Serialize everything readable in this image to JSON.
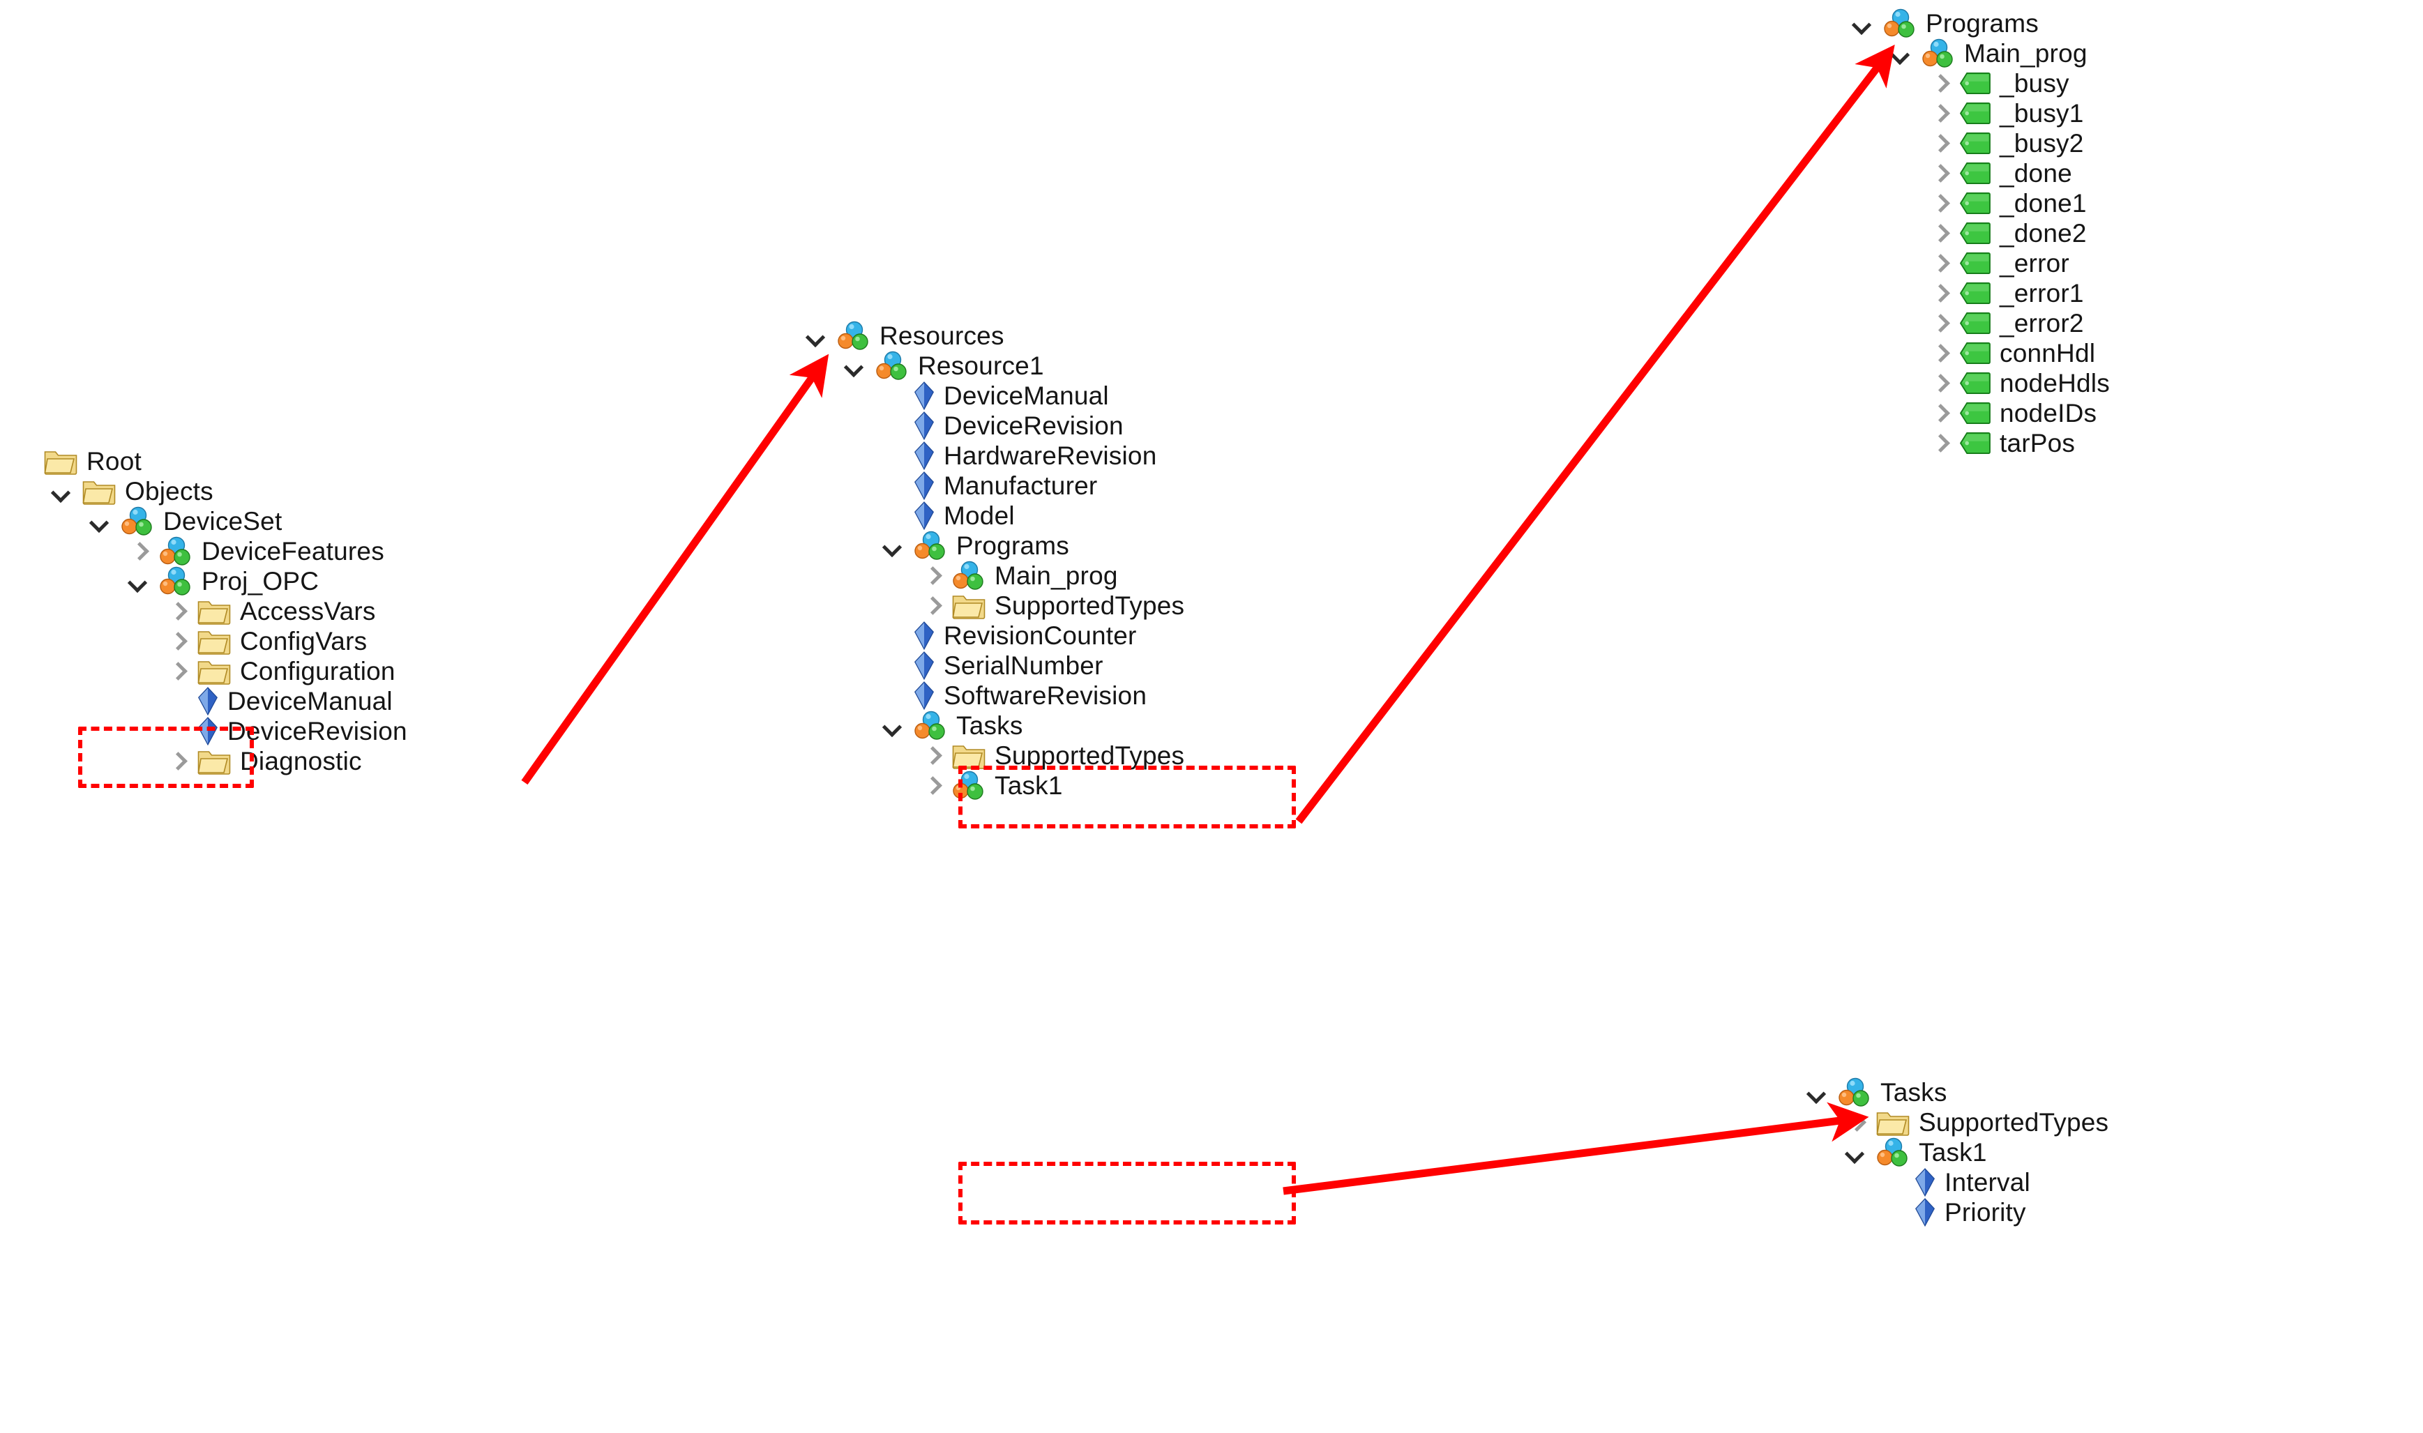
{
  "panels": {
    "left": {
      "name": "address-space-root-tree",
      "rows": [
        {
          "label": "Root",
          "depth": 0,
          "expander": "none",
          "icon": "folder-icon"
        },
        {
          "label": "Objects",
          "depth": 1,
          "expander": "down",
          "icon": "folder-icon"
        },
        {
          "label": "DeviceSet",
          "depth": 2,
          "expander": "down",
          "icon": "object-icon"
        },
        {
          "label": "DeviceFeatures",
          "depth": 3,
          "expander": "right",
          "icon": "object-icon"
        },
        {
          "label": "Proj_OPC",
          "depth": 3,
          "expander": "down",
          "icon": "object-icon"
        },
        {
          "label": "AccessVars",
          "depth": 4,
          "expander": "right",
          "icon": "folder-icon"
        },
        {
          "label": "ConfigVars",
          "depth": 4,
          "expander": "right",
          "icon": "folder-icon"
        },
        {
          "label": "Configuration",
          "depth": 4,
          "expander": "right",
          "icon": "folder-icon"
        },
        {
          "label": "DeviceManual",
          "depth": 4,
          "expander": "none",
          "icon": "variable-icon"
        },
        {
          "label": "DeviceRevision",
          "depth": 4,
          "expander": "none",
          "icon": "variable-icon"
        },
        {
          "label": "Diagnostic",
          "depth": 4,
          "expander": "right",
          "icon": "folder-icon"
        }
      ]
    },
    "middle": {
      "name": "resources-tree",
      "rows": [
        {
          "label": "Resources",
          "depth": 0,
          "expander": "down",
          "icon": "object-icon"
        },
        {
          "label": "Resource1",
          "depth": 1,
          "expander": "down",
          "icon": "object-icon"
        },
        {
          "label": "DeviceManual",
          "depth": 2,
          "expander": "none",
          "icon": "variable-icon"
        },
        {
          "label": "DeviceRevision",
          "depth": 2,
          "expander": "none",
          "icon": "variable-icon"
        },
        {
          "label": "HardwareRevision",
          "depth": 2,
          "expander": "none",
          "icon": "variable-icon"
        },
        {
          "label": "Manufacturer",
          "depth": 2,
          "expander": "none",
          "icon": "variable-icon"
        },
        {
          "label": "Model",
          "depth": 2,
          "expander": "none",
          "icon": "variable-icon"
        },
        {
          "label": "Programs",
          "depth": 2,
          "expander": "down",
          "icon": "object-icon"
        },
        {
          "label": "Main_prog",
          "depth": 3,
          "expander": "right",
          "icon": "object-icon"
        },
        {
          "label": "SupportedTypes",
          "depth": 3,
          "expander": "right",
          "icon": "folder-icon"
        },
        {
          "label": "RevisionCounter",
          "depth": 2,
          "expander": "none",
          "icon": "variable-icon"
        },
        {
          "label": "SerialNumber",
          "depth": 2,
          "expander": "none",
          "icon": "variable-icon"
        },
        {
          "label": "SoftwareRevision",
          "depth": 2,
          "expander": "none",
          "icon": "variable-icon"
        },
        {
          "label": "Tasks",
          "depth": 2,
          "expander": "down",
          "icon": "object-icon"
        },
        {
          "label": "SupportedTypes",
          "depth": 3,
          "expander": "right",
          "icon": "folder-icon"
        },
        {
          "label": "Task1",
          "depth": 3,
          "expander": "right",
          "icon": "object-icon"
        }
      ]
    },
    "right_programs": {
      "name": "programs-detail-tree",
      "rows": [
        {
          "label": "Programs",
          "depth": 0,
          "expander": "down",
          "icon": "object-icon"
        },
        {
          "label": "Main_prog",
          "depth": 1,
          "expander": "down",
          "icon": "object-icon"
        },
        {
          "label": "_busy",
          "depth": 2,
          "expander": "right",
          "icon": "tag-icon"
        },
        {
          "label": "_busy1",
          "depth": 2,
          "expander": "right",
          "icon": "tag-icon"
        },
        {
          "label": "_busy2",
          "depth": 2,
          "expander": "right",
          "icon": "tag-icon"
        },
        {
          "label": "_done",
          "depth": 2,
          "expander": "right",
          "icon": "tag-icon"
        },
        {
          "label": "_done1",
          "depth": 2,
          "expander": "right",
          "icon": "tag-icon"
        },
        {
          "label": "_done2",
          "depth": 2,
          "expander": "right",
          "icon": "tag-icon"
        },
        {
          "label": "_error",
          "depth": 2,
          "expander": "right",
          "icon": "tag-icon"
        },
        {
          "label": "_error1",
          "depth": 2,
          "expander": "right",
          "icon": "tag-icon"
        },
        {
          "label": "_error2",
          "depth": 2,
          "expander": "right",
          "icon": "tag-icon"
        },
        {
          "label": "connHdl",
          "depth": 2,
          "expander": "right",
          "icon": "tag-icon"
        },
        {
          "label": "nodeHdls",
          "depth": 2,
          "expander": "right",
          "icon": "tag-icon"
        },
        {
          "label": "nodeIDs",
          "depth": 2,
          "expander": "right",
          "icon": "tag-icon"
        },
        {
          "label": "tarPos",
          "depth": 2,
          "expander": "right",
          "icon": "tag-icon"
        }
      ]
    },
    "right_tasks": {
      "name": "tasks-detail-tree",
      "rows": [
        {
          "label": "Tasks",
          "depth": 0,
          "expander": "down",
          "icon": "object-icon"
        },
        {
          "label": "SupportedTypes",
          "depth": 1,
          "expander": "right",
          "icon": "folder-icon"
        },
        {
          "label": "Task1",
          "depth": 1,
          "expander": "down",
          "icon": "object-icon"
        },
        {
          "label": "Interval",
          "depth": 2,
          "expander": "none",
          "icon": "variable-icon"
        },
        {
          "label": "Priority",
          "depth": 2,
          "expander": "none",
          "icon": "variable-icon"
        }
      ]
    }
  },
  "highlights": [
    {
      "name": "highlight-proj-opc",
      "target": "Proj_OPC"
    },
    {
      "name": "highlight-programs-node",
      "target": "Programs"
    },
    {
      "name": "highlight-tasks-node",
      "target": "Tasks"
    }
  ],
  "arrows": [
    {
      "name": "arrow-proj-opc-to-resources",
      "from": "Proj_OPC",
      "to": "Resources"
    },
    {
      "name": "arrow-programs-to-programs",
      "from": "Programs",
      "to": "Programs"
    },
    {
      "name": "arrow-tasks-to-tasks",
      "from": "Tasks",
      "to": "Tasks"
    }
  ],
  "colors": {
    "highlight": "#ff0000",
    "arrow": "#ff0000",
    "text": "#151515",
    "chevron_expanded": "#2b2b2b",
    "chevron_collapsed": "#9a9a9a",
    "folder": "#e9c44a",
    "object_blue": "#2fa8e0",
    "object_orange": "#f08a2a",
    "object_green": "#36b93a",
    "variable_blue": "#2f62c4",
    "tag_green": "#3dc641"
  }
}
